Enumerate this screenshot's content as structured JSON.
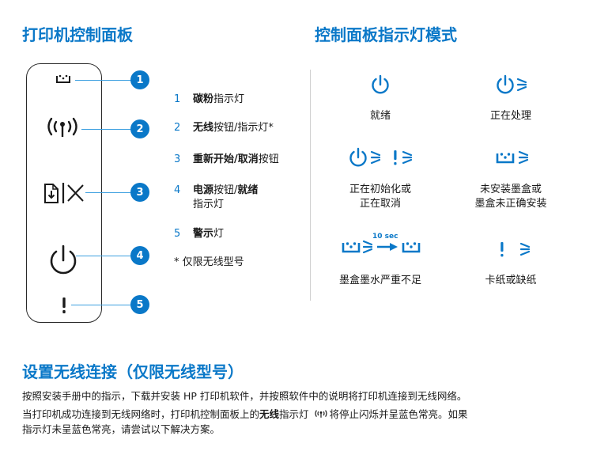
{
  "left_section": {
    "title": "打印机控制面板",
    "callouts": [
      "1",
      "2",
      "3",
      "4",
      "5"
    ],
    "legend": [
      {
        "num": "1",
        "bold": "碳粉",
        "rest": "指示灯"
      },
      {
        "num": "2",
        "bold": "无线",
        "rest": "按钮/指示灯*"
      },
      {
        "num": "3",
        "bold": "重新开始/取消",
        "rest": "按钮"
      },
      {
        "num": "4",
        "bold": "电源",
        "rest": "按钮/",
        "bold2": "就绪",
        "line2": "指示灯"
      },
      {
        "num": "5",
        "bold": "警示",
        "rest": "灯"
      }
    ],
    "footnote": "* 仅限无线型号"
  },
  "right_section": {
    "title": "控制面板指示灯模式",
    "modes": [
      {
        "label": "就绪"
      },
      {
        "label": "正在处理"
      },
      {
        "label_line1": "正在初始化或",
        "label_line2": "正在取消"
      },
      {
        "label_line1": "未安装墨盒或",
        "label_line2": "墨盒未正确安装"
      },
      {
        "label": "墨盒墨水严重不足",
        "time_label": "10 sec"
      },
      {
        "label": "卡纸或缺纸"
      }
    ]
  },
  "wireless_section": {
    "title": "设置无线连接（仅限无线型号）",
    "para1": "按照安装手册中的指示，下载并安装 HP 打印机软件，并按照软件中的说明将打印机连接到无线网络。",
    "para2_a": "当打印机成功连接到无线网络时，打印机控制面板上的",
    "para2_bold": "无线",
    "para2_b": "指示灯",
    "para2_c": "将停止闪烁并呈蓝色常亮。如果",
    "para3": "指示灯未呈蓝色常亮，请尝试以下解决方案。"
  },
  "colors": {
    "accent": "#0a78c8",
    "text": "#1a1a1a"
  },
  "icons": [
    "toner-icon",
    "wireless-icon",
    "resume-cancel-icon",
    "power-icon",
    "attention-icon",
    "arrow-icon"
  ]
}
